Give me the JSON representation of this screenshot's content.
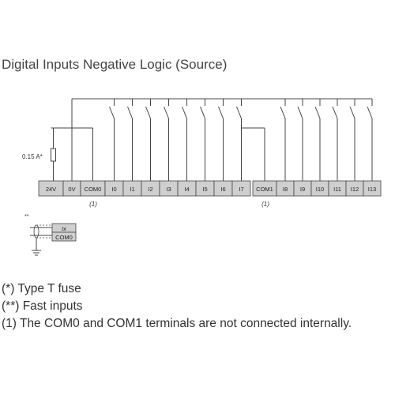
{
  "title": "Digital Inputs Negative Logic (Source)",
  "fuse_label": "0.15 A*",
  "fast_inputs_marker": "**",
  "group1": {
    "terminals": [
      "24V",
      "0V",
      "COM0",
      "I0",
      "I1",
      "I2",
      "I3",
      "I4",
      "I5",
      "I6",
      "I7"
    ],
    "footnote_mark": "(1)"
  },
  "group2": {
    "terminals": [
      "COM1",
      "I8",
      "I9",
      "I10",
      "I11",
      "I12",
      "I13"
    ],
    "footnote_mark": "(1)"
  },
  "detail": {
    "terminal_top": "Ix",
    "terminal_bottom": "COM0"
  },
  "notes": [
    "(*) Type T fuse",
    "(**) Fast inputs",
    "(1) The COM0 and COM1 terminals are not connected internally."
  ],
  "colors": {
    "terminal_fill": "#cfcfcf",
    "line": "#444444"
  }
}
